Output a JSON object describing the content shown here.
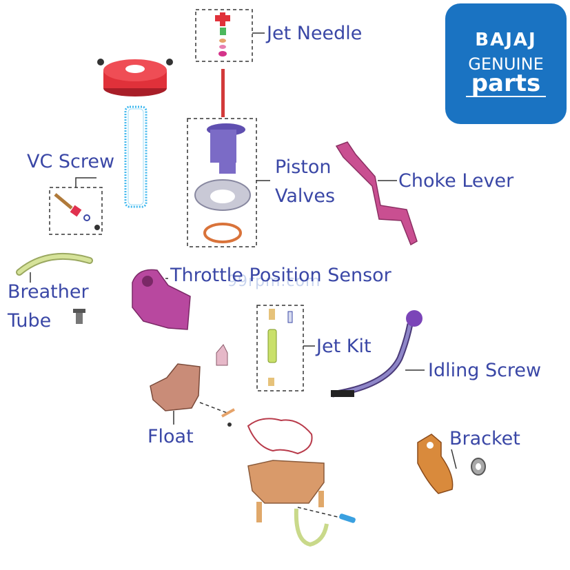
{
  "logo": {
    "brand": "BAJAJ",
    "line1": "GENUINE",
    "line2": "parts"
  },
  "watermark": "99rpm.com",
  "labels": {
    "jet_needle": "Jet Needle",
    "vc_screw": "VC Screw",
    "piston_valves": "Piston\nValves",
    "choke_lever": "Choke Lever",
    "throttle_position_sensor": "Throttle Position Sensor",
    "breather_tube": "Breather\nTube",
    "jet_kit": "Jet Kit",
    "idling_screw": "Idling Screw",
    "float": "Float",
    "bracket": "Bracket"
  },
  "colors": {
    "label_text": "#3a47a6",
    "logo_background": "#1a73c2",
    "cover_red": "#e0313a",
    "spring_blue": "#3db7ee",
    "piston_purple": "#7b6bc6",
    "choke_pink": "#c94f91",
    "sensor_magenta": "#b8489f",
    "float_brown": "#c98c78",
    "bowl_orange": "#d99a6a",
    "tube_green": "#c9d98a",
    "bracket_orange": "#d98a3c"
  }
}
